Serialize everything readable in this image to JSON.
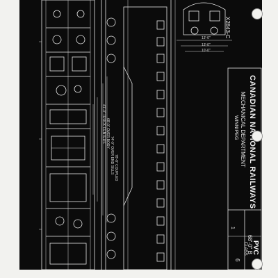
{
  "drawing_number": "X2843-C",
  "title_block": {
    "company": "CANADIAN NATIONAL RAILWAYS",
    "department": "MECHANICAL DEPARTMENT",
    "city": "WINNIPEG",
    "drawing_code": "PVC",
    "length_text": "68'-0\" B",
    "class_label": "CLASS",
    "class_value": "6",
    "sheet_no": "1"
  },
  "side_elevation": {
    "dims": [
      "41'-0\" TRUCK CENTERS",
      "68'-0\" OVER BODY",
      "74'-0\" OVER END SILLS",
      "78'-8\" COUPLED"
    ]
  },
  "end_view": {
    "dims": [
      "13'-0\"",
      "13'-0\"",
      "10'-0\""
    ]
  },
  "colors": {
    "paper": "#f2f2ef",
    "print_background": "#0b0b0b",
    "line_work": "#e8e8e8"
  }
}
